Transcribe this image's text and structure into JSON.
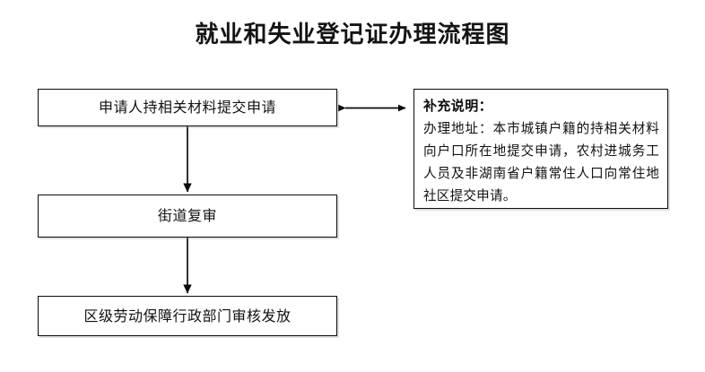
{
  "page": {
    "background": "#ffffff",
    "line_color": "#0b0b0b",
    "text_color": "#111111"
  },
  "title": "就业和失业登记证办理流程图",
  "nodes": [
    {
      "id": "apply",
      "label": "申请人持相关材料提交申请"
    },
    {
      "id": "review",
      "label": "街道复审"
    },
    {
      "id": "issue",
      "label": "区级劳动保障行政部门审核发放"
    }
  ],
  "note": {
    "title": "补充说明：",
    "body": "办理地址：本市城镇户籍的持相关材料向户口所在地提交申请，农村进城务工人员及非湖南省户籍常住人口向常住地社区提交申请。",
    "lines": [
      "办理地址：本市城镇户籍的持相关材料",
      "向户口所在地提交申请，农村进城务工",
      "人员及非湖南省户籍常住人口向常住地",
      "社区提交申请。"
    ]
  },
  "connectors": [
    {
      "id": "apply-to-note",
      "from": "apply",
      "to": "note",
      "direction": "bidirectional",
      "orientation": "horizontal"
    },
    {
      "id": "apply-to-review",
      "from": "apply",
      "to": "review",
      "direction": "down",
      "orientation": "vertical"
    },
    {
      "id": "review-to-issue",
      "from": "review",
      "to": "issue",
      "direction": "down",
      "orientation": "vertical"
    }
  ]
}
